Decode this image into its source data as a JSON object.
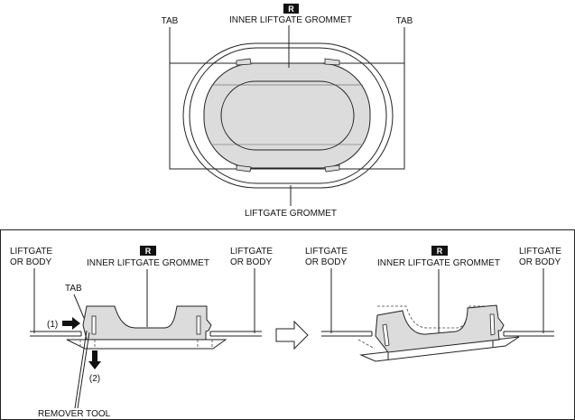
{
  "top_view": {
    "badge": "R",
    "inner_grommet_label": "INNER LIFTGATE GROMMET",
    "tab_left_label": "TAB",
    "tab_right_label": "TAB",
    "liftgate_grommet_label": "LIFTGATE GROMMET"
  },
  "removal_panel": {
    "before": {
      "liftgate_left_line1": "LIFTGATE",
      "liftgate_left_line2": "OR BODY",
      "badge": "R",
      "inner_grommet_label": "INNER LIFTGATE GROMMET",
      "liftgate_right_line1": "LIFTGATE",
      "liftgate_right_line2": "OR BODY",
      "tab_label": "TAB",
      "step1": "(1)",
      "step2": "(2)",
      "remover_tool_label": "REMOVER TOOL"
    },
    "after": {
      "liftgate_left_line1": "LIFTGATE",
      "liftgate_left_line2": "OR BODY",
      "badge": "R",
      "inner_grommet_label": "INNER LIFTGATE GROMMET",
      "liftgate_right_line1": "LIFTGATE",
      "liftgate_right_line2": "OR BODY"
    }
  }
}
